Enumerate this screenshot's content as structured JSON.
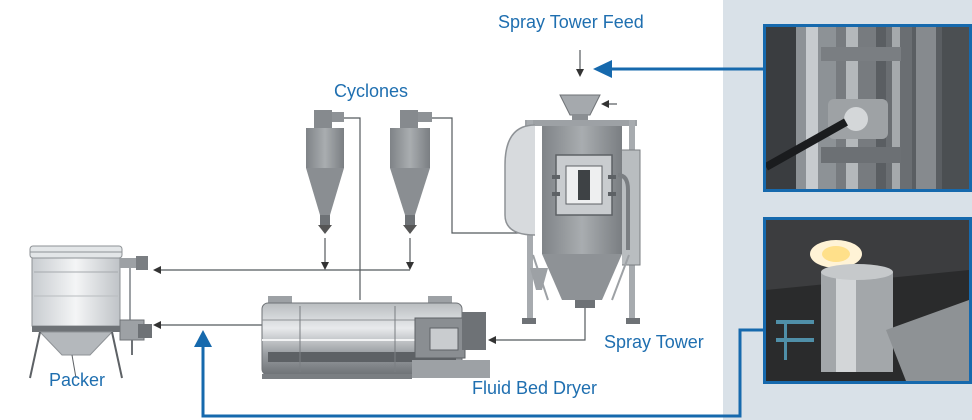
{
  "labels": {
    "spray_tower_feed": "Spray Tower Feed",
    "cyclones": "Cyclones",
    "spray_tower": "Spray Tower",
    "fluid_bed_dryer": "Fluid Bed Dryer",
    "packer": "Packer"
  },
  "colors": {
    "accent_blue": "#1669ad",
    "label_blue": "#1f6fb0",
    "background": "#d9e1e8",
    "panel": "#ffffff",
    "equipment_gray": "#8e9296",
    "line_gray": "#555a5e"
  },
  "photos": [
    {
      "name": "spray-tower-feed-photo",
      "subject": "stainless steel feed pipes with valve"
    },
    {
      "name": "spray-tower-interior-photo",
      "subject": "spray tower interior cylinder with light"
    }
  ]
}
